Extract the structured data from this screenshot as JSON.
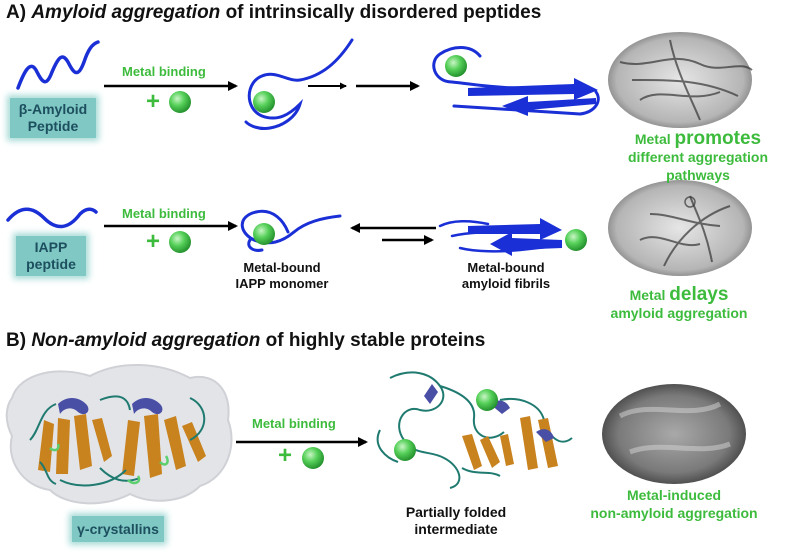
{
  "panel_a": {
    "heading_prefix": "A) ",
    "heading_italic": "Amyloid aggregation",
    "heading_rest": " of intrinsically disordered peptides",
    "row1": {
      "peptide_line1": "β-Amyloid",
      "peptide_line2": "Peptide",
      "arrow_label": "Metal binding",
      "plus": "+",
      "result_prefix": "Metal ",
      "result_emph": "promotes",
      "result_line2": "different aggregation pathways"
    },
    "row2": {
      "peptide_line1": "IAPP",
      "peptide_line2": "peptide",
      "arrow_label": "Metal binding",
      "plus": "+",
      "monomer_line1": "Metal-bound",
      "monomer_line2": "IAPP monomer",
      "fibril_line1": "Metal-bound",
      "fibril_line2": "amyloid fibrils",
      "result_prefix": "Metal ",
      "result_emph": "delays",
      "result_line2": "amyloid aggregation"
    }
  },
  "panel_b": {
    "heading_prefix": "B) ",
    "heading_italic": "Non-amyloid aggregation",
    "heading_rest": " of highly stable proteins",
    "protein_label": "γ-crystallins",
    "arrow_label": "Metal binding",
    "plus": "+",
    "intermediate_line1": "Partially folded",
    "intermediate_line2": "intermediate",
    "result_line1": "Metal-induced",
    "result_line2": "non-amyloid aggregation"
  },
  "colors": {
    "peptide": "#1a2fd6",
    "metal": "#46c24a",
    "label_green": "#3dbb3d",
    "box": "#7fc8c4",
    "strand": "#c8821e",
    "helix": "#4a4fa6",
    "loop": "#1f7a70"
  }
}
